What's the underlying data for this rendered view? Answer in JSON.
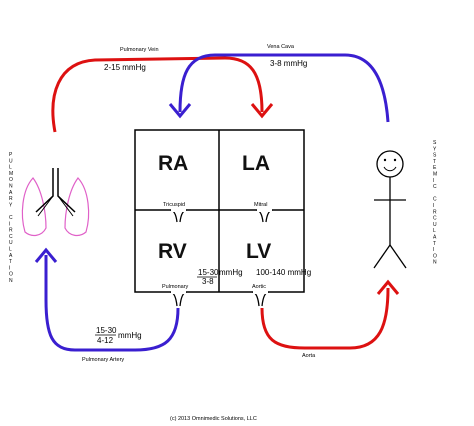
{
  "chambers": {
    "ra": "RA",
    "la": "LA",
    "rv": "RV",
    "lv": "LV"
  },
  "valves": {
    "tricuspid": "Tricuspid",
    "mitral": "Mitral",
    "pulmonary": "Pulmonary",
    "aortic": "Aortic"
  },
  "vessels": {
    "pulmonary_vein": "Pulmonary Vein",
    "vena_cava": "Vena Cava",
    "pulmonary_artery": "Pulmonary Artery",
    "aorta": "Aorta"
  },
  "pressures": {
    "pulmonary_vein": "2-15 mmHg",
    "vena_cava": "3-8 mmHg",
    "pa_systolic": "15-30",
    "pa_diastolic": "4-12",
    "pa_unit": "mmHg",
    "rv_systolic": "15-30",
    "rv_diastolic": "3-8",
    "rv_unit": "mmHg",
    "lv": "100-140 mmHg"
  },
  "circulations": {
    "pulmonary": "PULMONARY CIRCULATION",
    "systemic": "SYSTEMIC CIRCULATION"
  },
  "copyright": "(c) 2013 Omnimedic Solutions, LLC",
  "colors": {
    "oxygenated": "#dd1111",
    "deoxygenated": "#3a1fd0",
    "lungs": "#e060c8",
    "outline": "#000000"
  }
}
